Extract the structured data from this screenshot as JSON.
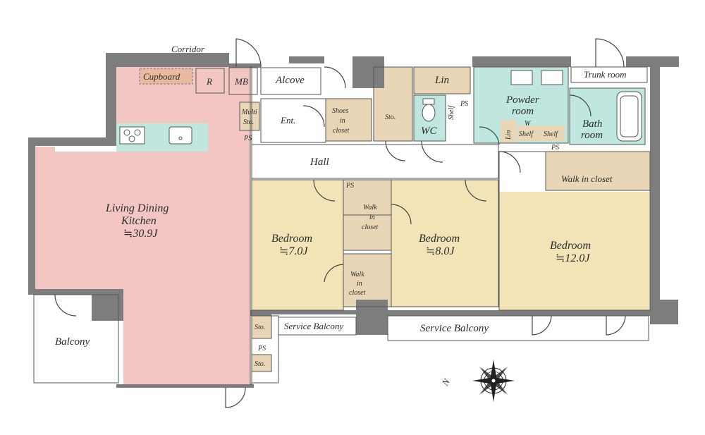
{
  "labels": {
    "corridor": "Corridor",
    "cupboard": "Cupboard",
    "refrigerator": "R",
    "meter_box": "MB",
    "alcove": "Alcove",
    "multi_storage_1": "Multi",
    "multi_storage_2": "Sto.",
    "entrance": "Ent.",
    "shoes_closet_1": "Shoes",
    "shoes_closet_2": "in",
    "shoes_closet_3": "closet",
    "storage_main": "Sto.",
    "linen_top": "Lin",
    "wc": "WC",
    "shelf_wc": "Shelf",
    "ps_wc": "PS",
    "powder_room_1": "Powder",
    "powder_room_2": "room",
    "washer": "W",
    "shelf_powder_1": "Shelf",
    "shelf_powder_2": "Shelf",
    "linen_small": "Lin",
    "bath_room_1": "Bath",
    "bath_room_2": "room",
    "trunk_room": "Trunk room",
    "ps_bath": "PS",
    "walk_in_closet_master": "Walk in closet",
    "ps_entrance": "PS",
    "hall": "Hall",
    "ps_hall": "PS",
    "ldk_1": "Living Dining",
    "ldk_2": "Kitchen",
    "ldk_size": "≒30.9J",
    "bedroom_1": "Bedroom",
    "bedroom_1_size": "≒7.0J",
    "wic_a_1": "Walk",
    "wic_a_2": "in",
    "wic_a_3": "closet",
    "bedroom_2": "Bedroom",
    "bedroom_2_size": "≒8.0J",
    "wic_b_1": "Walk",
    "wic_b_2": "in",
    "wic_b_3": "closet",
    "bedroom_3": "Bedroom",
    "bedroom_3_size": "≒12.0J",
    "balcony": "Balcony",
    "storage_lower_1": "Sto.",
    "ps_lower": "PS",
    "storage_lower_2": "Sto.",
    "service_balcony_small": "Service Balcony",
    "service_balcony_large": "Service Balcony",
    "north": "N"
  },
  "colors": {
    "ldk": "#f4c6c3",
    "bedroom": "#f3e4b8",
    "wet_area": "#bfe6df",
    "closet": "#e9d6b6",
    "cupboard": "#e9b9a0",
    "wall": "#7d7d7d",
    "balcony": "#ffffff",
    "hall": "#ffffff",
    "floor_line": "#555555"
  },
  "icons": {
    "compass": "compass-rose-icon",
    "stove": "stove-icon",
    "sink": "sink-icon",
    "toilet": "toilet-icon",
    "bathtub": "bathtub-icon"
  }
}
